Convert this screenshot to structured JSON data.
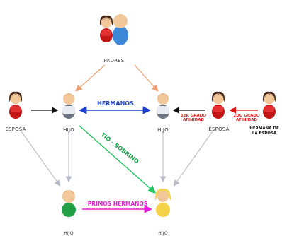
{
  "nodes": {
    "padres": "PADRES",
    "esposa_left": "ESPOSA",
    "hijo_left": "HIJO",
    "hijo_right": "HIJO",
    "esposa_right": "ESPOSA",
    "hermana_esposa": "HERMANA DE LA ESPOSA",
    "hijo_bottom_left": "HIJO",
    "hijo_bottom_right": "HIJO"
  },
  "relations": {
    "hermanos": "HERMANOS",
    "tio_sobrino": "TIO - SOBRINO",
    "primos_hermanos": "PRIMOS HERMANOS",
    "afinidad_1": "1ER GRADO AFINIDAD",
    "afinidad_2": "2DO GRADO AFINIDAD"
  },
  "colors": {
    "orange_arrow": "#f0a070",
    "blue_arrow": "#1d3fd0",
    "green_arrow": "#22c55e",
    "magenta_arrow": "#e11fd6",
    "grey_arrow": "#b8bcc8",
    "black_arrow": "#111111",
    "red_arrow": "#d11"
  }
}
